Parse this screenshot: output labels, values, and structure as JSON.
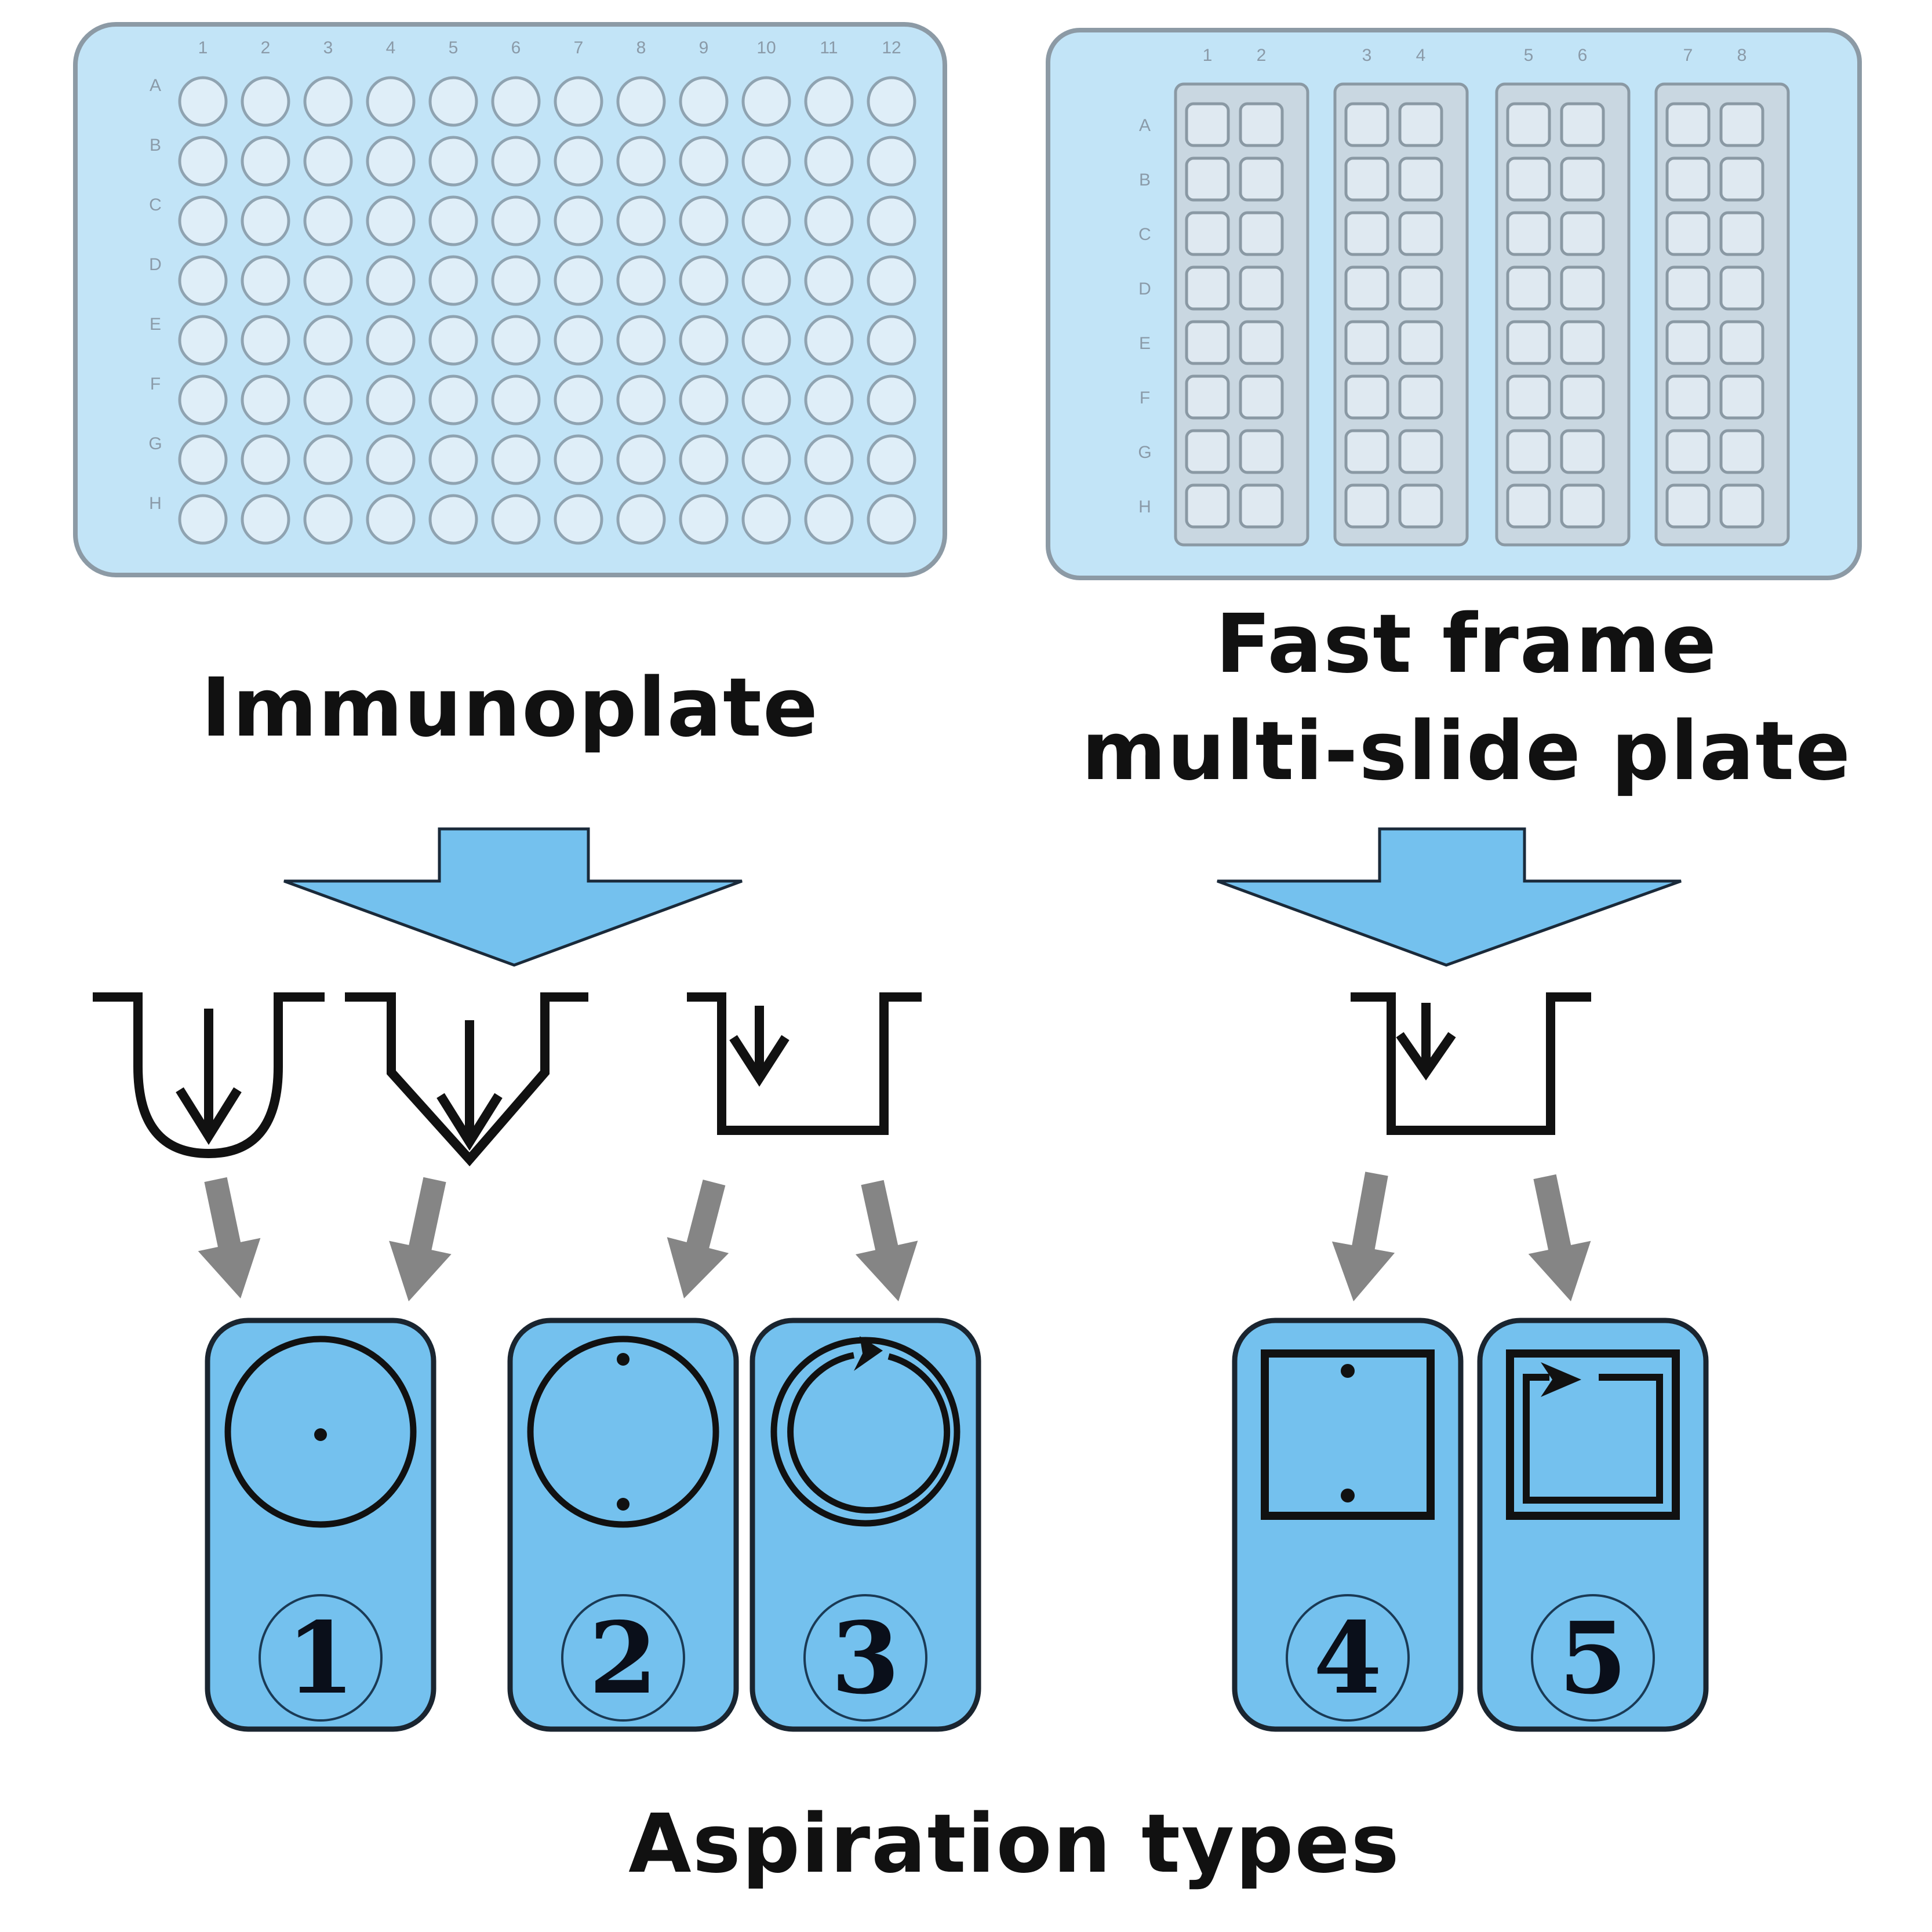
{
  "immunoplate": {
    "title": "Immunoplate",
    "columns": [
      "1",
      "2",
      "3",
      "4",
      "5",
      "6",
      "7",
      "8",
      "9",
      "10",
      "11",
      "12"
    ],
    "rows": [
      "A",
      "B",
      "C",
      "D",
      "E",
      "F",
      "G",
      "H"
    ],
    "well_shape": "circle"
  },
  "fast_frame": {
    "title_line1": "Fast frame",
    "title_line2": "multi-slide plate",
    "columns": [
      "1",
      "2",
      "3",
      "4",
      "5",
      "6",
      "7",
      "8"
    ],
    "rows": [
      "A",
      "B",
      "C",
      "D",
      "E",
      "F",
      "G",
      "H"
    ],
    "slide_count": 4,
    "well_shape": "rounded-square"
  },
  "well_profiles": [
    {
      "name": "round-bottom-well",
      "shape": "U"
    },
    {
      "name": "v-bottom-well",
      "shape": "V"
    },
    {
      "name": "flat-bottom-well",
      "shape": "flat"
    },
    {
      "name": "flat-bottom-slide-well",
      "shape": "flat"
    }
  ],
  "aspiration_types": [
    {
      "number": "1",
      "shape": "circle",
      "pattern": "single center point"
    },
    {
      "number": "2",
      "shape": "circle",
      "pattern": "two points (top and bottom)"
    },
    {
      "number": "3",
      "shape": "circle",
      "pattern": "circular sweep"
    },
    {
      "number": "4",
      "shape": "square",
      "pattern": "two points (top and bottom)"
    },
    {
      "number": "5",
      "shape": "square",
      "pattern": "square sweep"
    }
  ],
  "footer": {
    "title": "Aspiration types"
  },
  "colors": {
    "plate_fill": "#c2e4f7",
    "plate_border": "#8c9aa5",
    "well_fill": "#dfeef8",
    "slide_fill": "#c9d7e1",
    "arrow_blue": "#74c1ee",
    "arrow_gray": "#858585",
    "card_fill": "#74c1ee",
    "ink": "#111111"
  }
}
